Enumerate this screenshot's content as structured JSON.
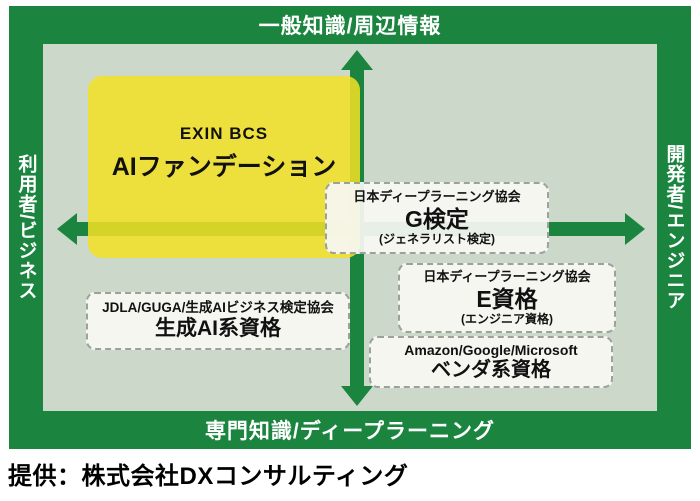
{
  "colors": {
    "frame_green": "#1b8540",
    "inner_green": "#ccd8ca",
    "exin_yellow": "#f3e223",
    "exin_yellow_overlay": "rgba(243,226,35,0.85)",
    "cert_box_bg": "rgba(248,248,243,0.93)",
    "cert_box_border": "#9aa29a",
    "axis_text_color": "#ffffff",
    "caption_color": "#000000"
  },
  "axes": {
    "top": "一般知識/周辺情報",
    "bottom": "専門知識/ディープラーニング",
    "left": "利用者/ビジネス",
    "right": "開発者/エンジニア"
  },
  "exin_box": {
    "line1": "EXIN BCS",
    "line2": "AIファンデーション"
  },
  "g_box": {
    "org": "日本ディープラーニング協会",
    "title": "G検定",
    "subtitle": "(ジェネラリスト検定)"
  },
  "e_box": {
    "org": "日本ディープラーニング協会",
    "title": "E資格",
    "subtitle": "(エンジニア資格)"
  },
  "vendor_box": {
    "org": "Amazon/Google/Microsoft",
    "title": "ベンダ系資格"
  },
  "genai_box": {
    "org": "JDLA/GUGA/生成AIビジネス検定協会",
    "title": "生成AI系資格"
  },
  "caption": "提供：株式会社DXコンサルティング"
}
